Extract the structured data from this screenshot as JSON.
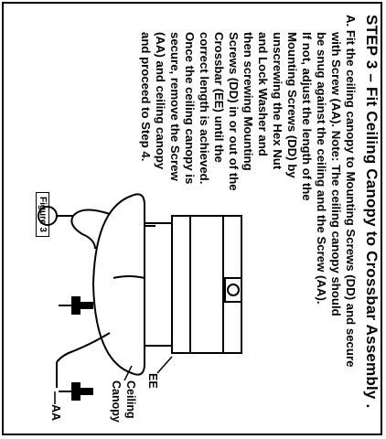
{
  "title": "STEP 3 – Fit Ceiling Canopy to Crossbar Assembly .",
  "lines": [
    "A. Fit the ceiling canopy to Mounting Screws (DD) and secure",
    "with Screw (AA). Note: The ceiling canopy should",
    "be snug against the ceiling and the Screw (AA).",
    "If not, adjust the length of the",
    "Mounting Screws (DD) by",
    "unscrewing the Hex Nut",
    "and Lock Washer and",
    "then screwing Mounting",
    "Screws (DD) in or out of the",
    "Crossbar (EE) until the",
    "correct length is achieved.",
    "Once the ceiling canopy is",
    "secure, remove the Screw",
    "(AA) and ceiling canopy",
    "and proceed to Step 4."
  ],
  "figure_label": "Figure 3",
  "labels": {
    "ee": "EE",
    "canopy_1": "Ceiling",
    "canopy_2": "Canopy",
    "aa": "AA"
  }
}
